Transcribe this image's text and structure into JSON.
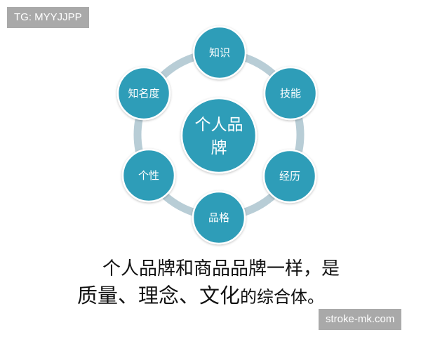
{
  "watermarks": {
    "top_left": "TG: MYYJJPP",
    "bottom_right": "stroke-mk.com"
  },
  "diagram": {
    "center": {
      "line1": "个人品",
      "line2": "牌"
    },
    "nodes": [
      {
        "label": "知识",
        "position": "top"
      },
      {
        "label": "技能",
        "position": "upper-right"
      },
      {
        "label": "经历",
        "position": "lower-right"
      },
      {
        "label": "品格",
        "position": "bottom"
      },
      {
        "label": "个性",
        "position": "lower-left"
      },
      {
        "label": "知名度",
        "position": "upper-left"
      }
    ],
    "colors": {
      "node_fill": "#2e9db8",
      "ring": "#b8cdd6",
      "node_border": "#ffffff"
    }
  },
  "caption": {
    "line1": "个人品牌和商品品牌一样，是",
    "line2_part1": "质量、理念、文化",
    "line2_part2": "的综合体。"
  }
}
